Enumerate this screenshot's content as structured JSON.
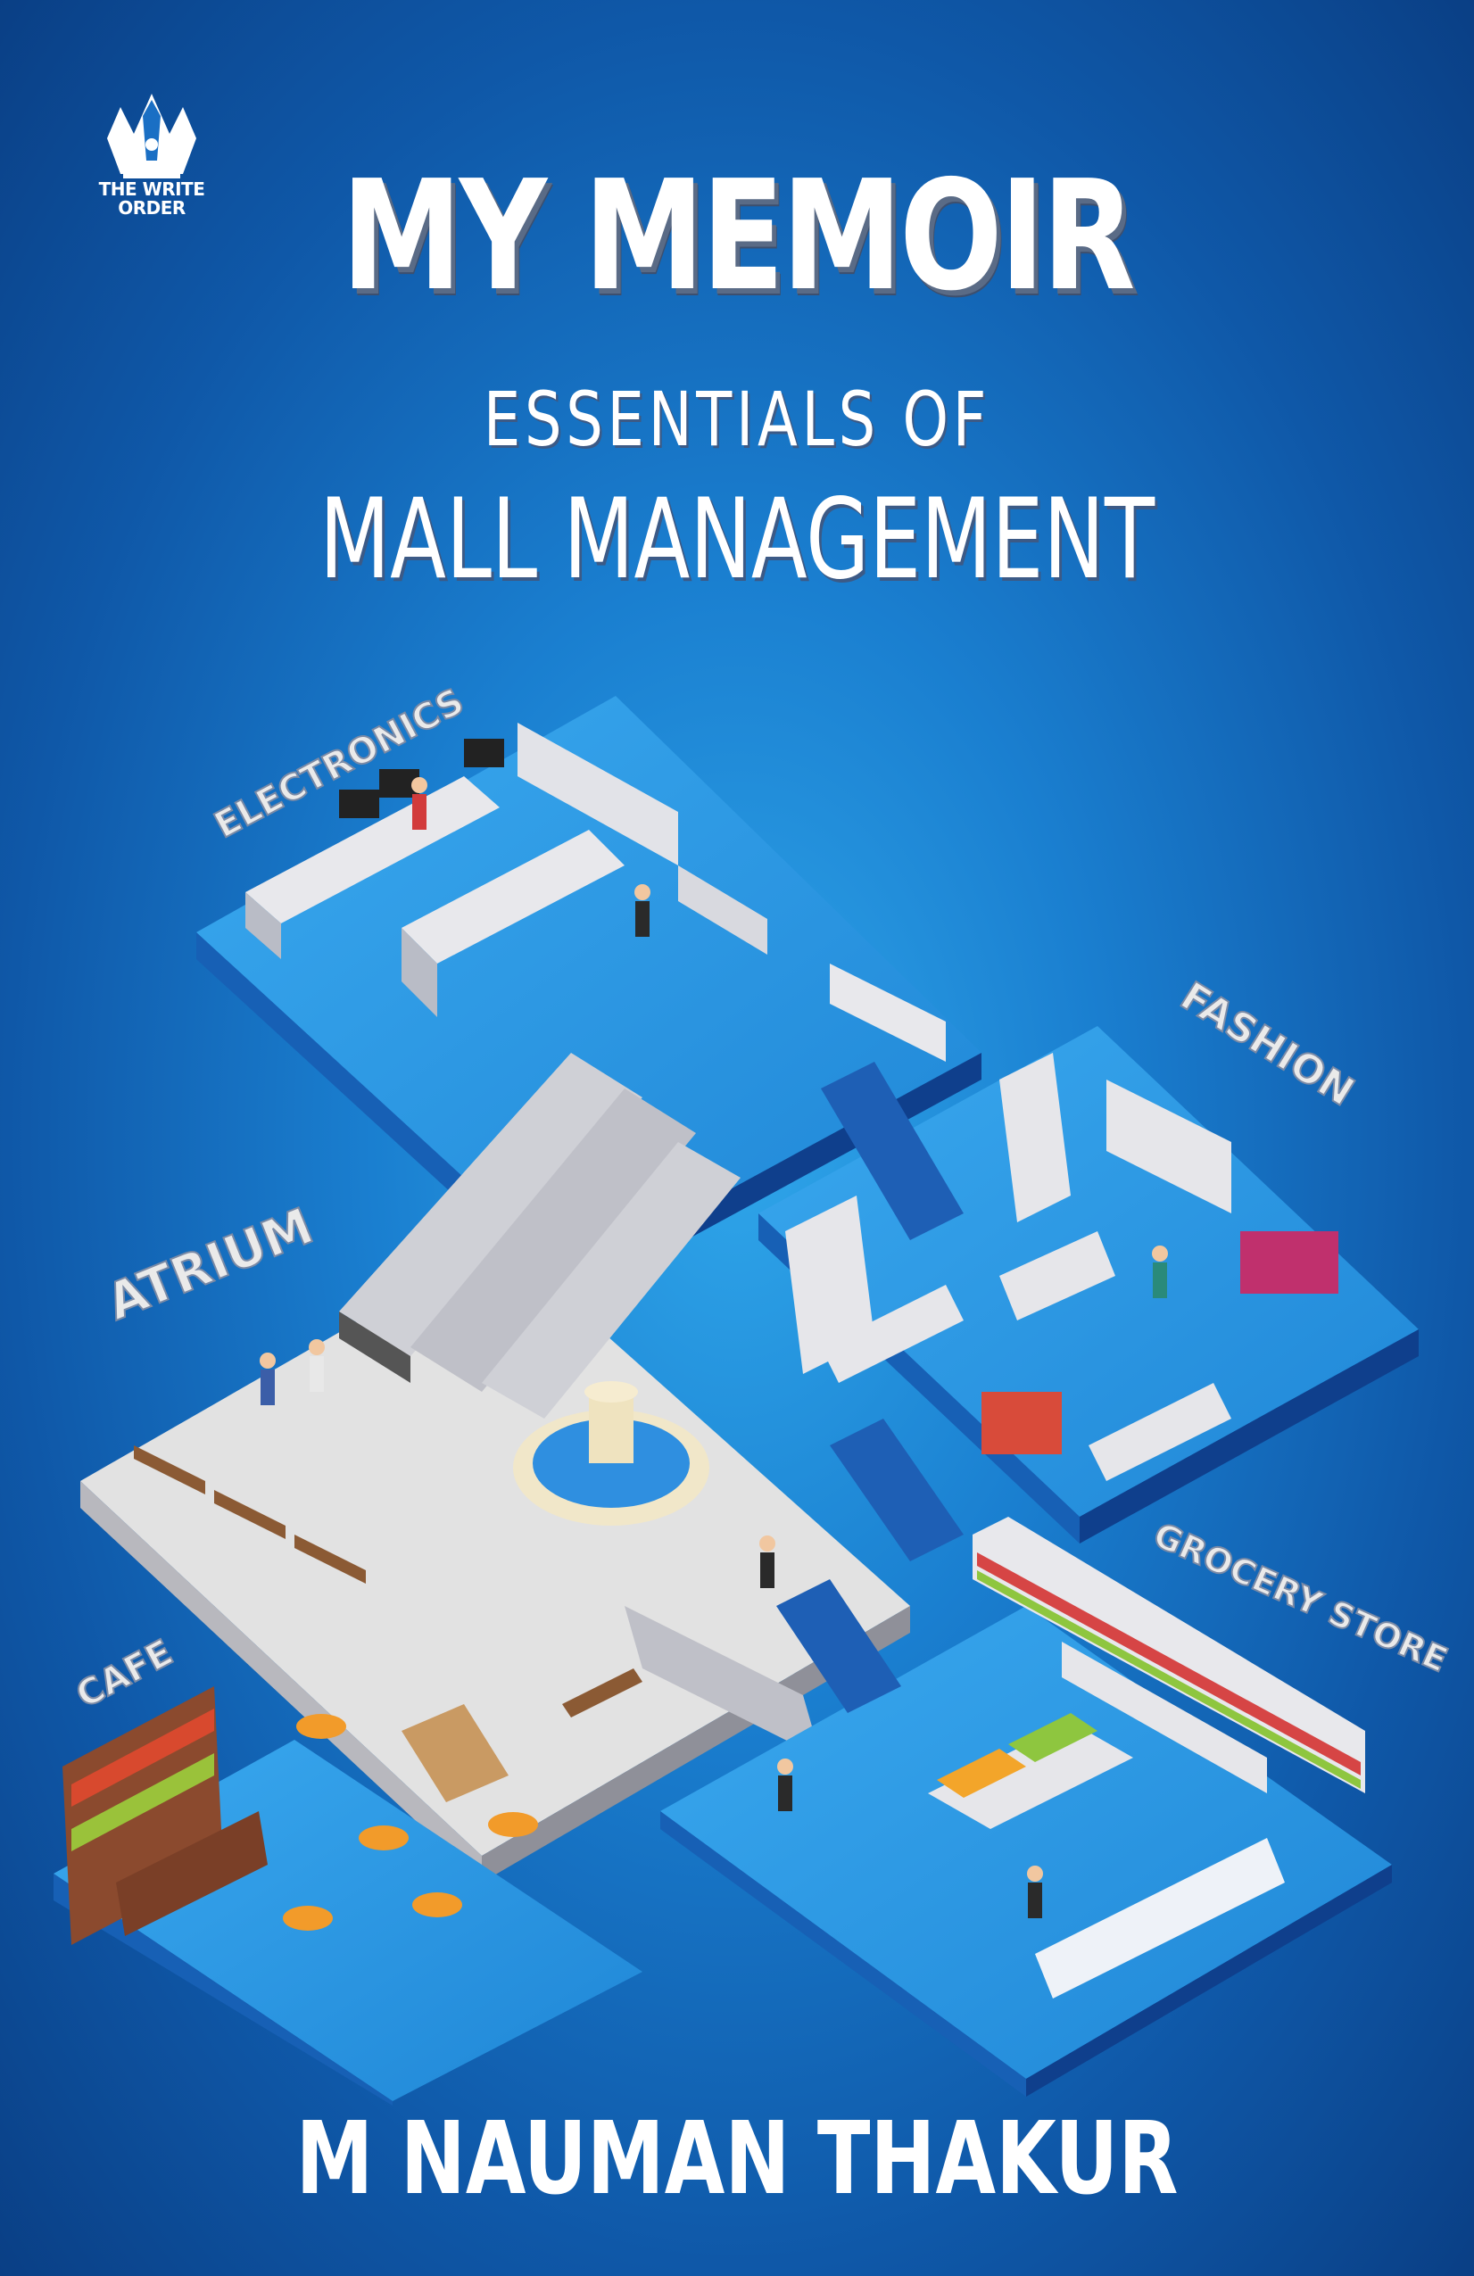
{
  "publisher": {
    "name_line1": "THE WRITE",
    "name_line2": "ORDER",
    "icon": "crown-pen-icon"
  },
  "book": {
    "title": "MY MEMOIR",
    "subtitle_line1": "ESSENTIALS OF",
    "subtitle_line2": "MALL MANAGEMENT",
    "author": "M NAUMAN THAKUR"
  },
  "illustration": {
    "zones": {
      "electronics": "ELECTRONICS",
      "fashion": "FASHION",
      "atrium": "ATRIUM",
      "cafe": "CAFE",
      "grocery": "GROCERY STORE"
    }
  },
  "colors": {
    "background": "#1a7fd0",
    "floor": "#2b9be6",
    "floor_edge": "#1451a0",
    "atrium_floor": "#e2e2e2",
    "text": "#ffffff"
  }
}
